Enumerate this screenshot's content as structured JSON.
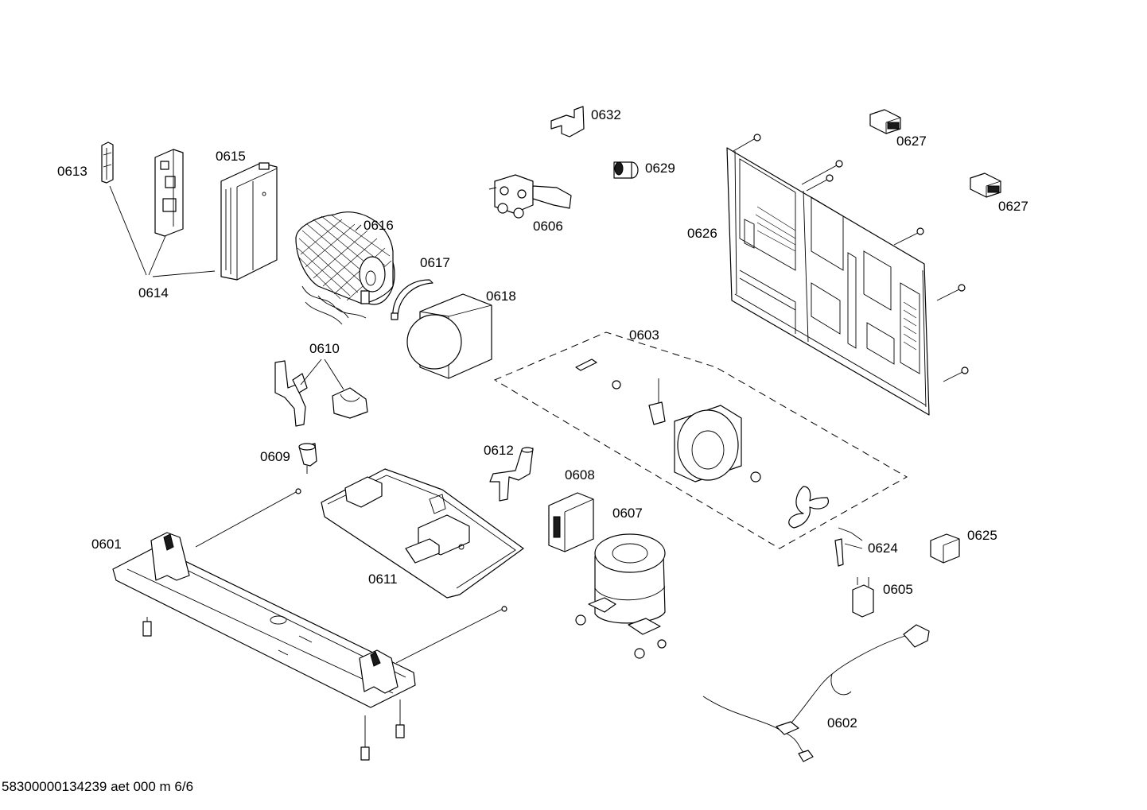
{
  "labels": {
    "p0601": "0601",
    "p0602": "0602",
    "p0603": "0603",
    "p0605": "0605",
    "p0606": "0606",
    "p0607": "0607",
    "p0608": "0608",
    "p0609": "0609",
    "p0610": "0610",
    "p0611": "0611",
    "p0612": "0612",
    "p0613": "0613",
    "p0614": "0614",
    "p0615": "0615",
    "p0616": "0616",
    "p0617": "0617",
    "p0618": "0618",
    "p0624": "0624",
    "p0625": "0625",
    "p0626": "0626",
    "p0627a": "0627",
    "p0627b": "0627",
    "p0629": "0629",
    "p0632": "0632"
  },
  "footer": "58300000134239 aet 000 m 6/6"
}
